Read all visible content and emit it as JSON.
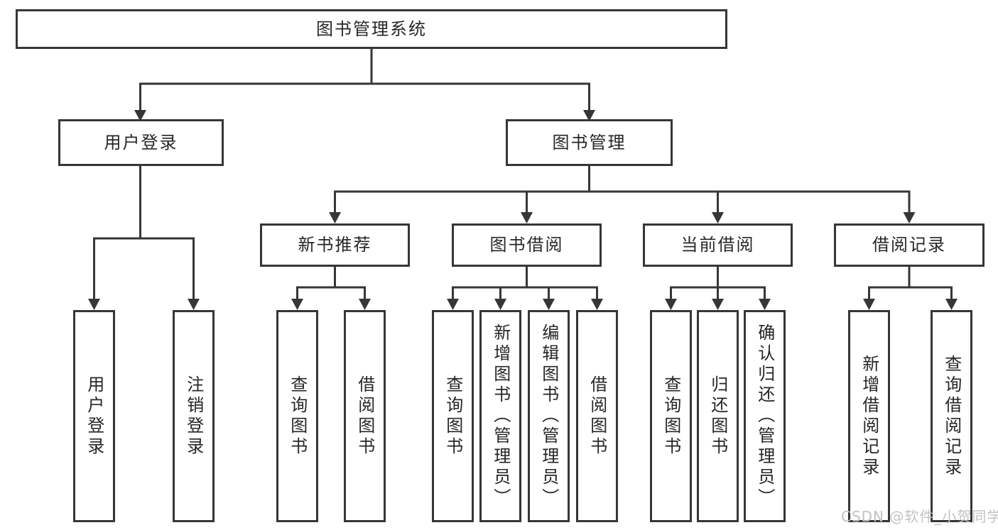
{
  "colors": {
    "line": "#363636",
    "text": "#262626",
    "watermark": "#c2c2c2"
  },
  "tree": {
    "label": "图书管理系统",
    "children": [
      {
        "label": "用户登录",
        "children": [
          {
            "label": "用户登录"
          },
          {
            "label": "注销登录"
          }
        ]
      },
      {
        "label": "图书管理",
        "children": [
          {
            "label": "新书推荐",
            "children": [
              {
                "label": "查询图书"
              },
              {
                "label": "借阅图书"
              }
            ]
          },
          {
            "label": "图书借阅",
            "children": [
              {
                "label": "查询图书"
              },
              {
                "label": "新增图书（管理员）"
              },
              {
                "label": "编辑图书（管理员）"
              },
              {
                "label": "借阅图书"
              }
            ]
          },
          {
            "label": "当前借阅",
            "children": [
              {
                "label": "查询图书"
              },
              {
                "label": "归还图书"
              },
              {
                "label": "确认归还（管理员）"
              }
            ]
          },
          {
            "label": "借阅记录",
            "children": [
              {
                "label": "新增借阅记录"
              },
              {
                "label": "查询借阅记录"
              }
            ]
          }
        ]
      }
    ]
  },
  "watermark": {
    "text": "CSDN @软件_小贺同学"
  }
}
